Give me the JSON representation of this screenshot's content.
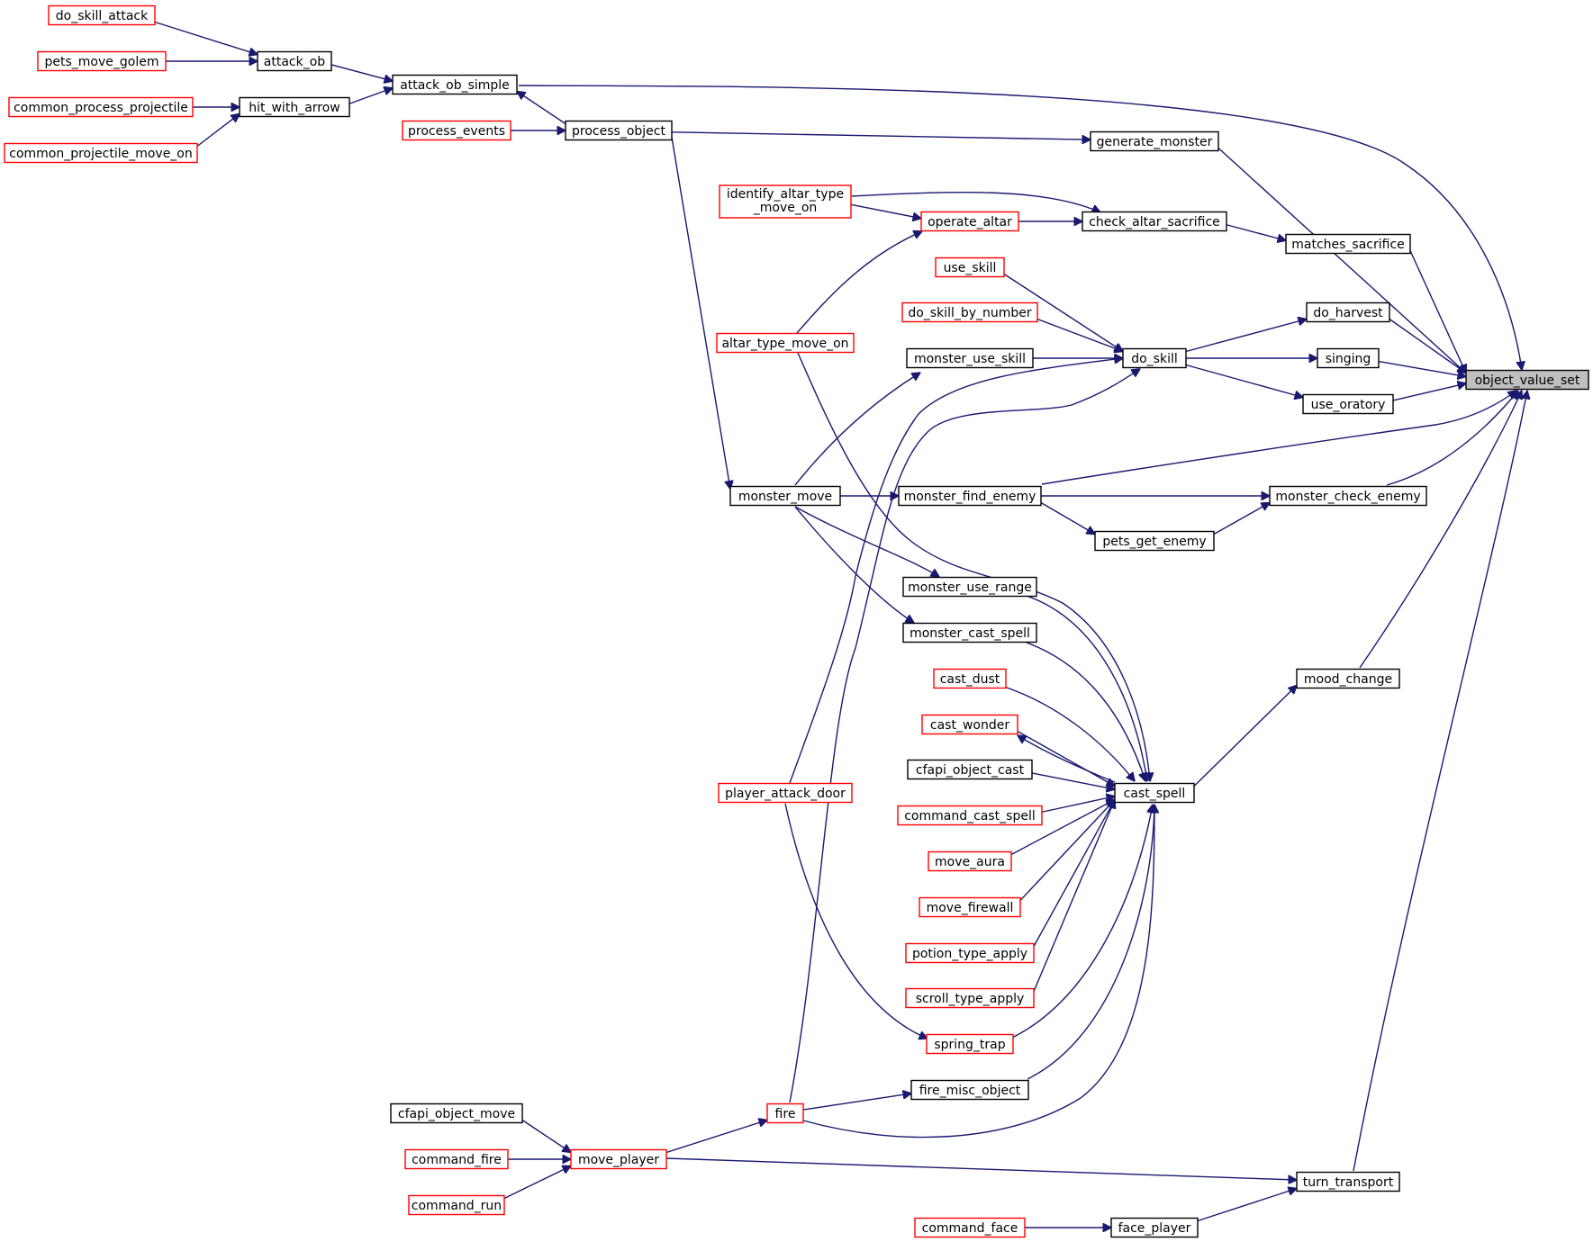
{
  "colors": {
    "edge": "#191970",
    "border_black": "#000000",
    "border_red": "#ff0000",
    "root_fill": "#bfbfbf",
    "node_fill": "#ffffff"
  },
  "nodes": [
    {
      "id": "object_value_set",
      "lines": [
        "object_value_set"
      ],
      "border": "black",
      "root": true
    },
    {
      "id": "attack_ob_simple",
      "lines": [
        "attack_ob_simple"
      ],
      "border": "black"
    },
    {
      "id": "attack_ob",
      "lines": [
        "attack_ob"
      ],
      "border": "black"
    },
    {
      "id": "do_skill_attack",
      "lines": [
        "do_skill_attack"
      ],
      "border": "red"
    },
    {
      "id": "pets_move_golem",
      "lines": [
        "pets_move_golem"
      ],
      "border": "red"
    },
    {
      "id": "hit_with_arrow",
      "lines": [
        "hit_with_arrow"
      ],
      "border": "black"
    },
    {
      "id": "common_process_projectile",
      "lines": [
        "common_process_projectile"
      ],
      "border": "red"
    },
    {
      "id": "common_projectile_move_on",
      "lines": [
        "common_projectile_move_on"
      ],
      "border": "red"
    },
    {
      "id": "process_object",
      "lines": [
        "process_object"
      ],
      "border": "black"
    },
    {
      "id": "process_events",
      "lines": [
        "process_events"
      ],
      "border": "red"
    },
    {
      "id": "monster_move",
      "lines": [
        "monster_move"
      ],
      "border": "black"
    },
    {
      "id": "generate_monster",
      "lines": [
        "generate_monster"
      ],
      "border": "black"
    },
    {
      "id": "identify_altar_type_move_on",
      "lines": [
        "identify_altar_type",
        "_move_on"
      ],
      "border": "red"
    },
    {
      "id": "check_altar_sacrifice",
      "lines": [
        "check_altar_sacrifice"
      ],
      "border": "black"
    },
    {
      "id": "operate_altar",
      "lines": [
        "operate_altar"
      ],
      "border": "red"
    },
    {
      "id": "altar_type_move_on",
      "lines": [
        "altar_type_move_on"
      ],
      "border": "red"
    },
    {
      "id": "matches_sacrifice",
      "lines": [
        "matches_sacrifice"
      ],
      "border": "black"
    },
    {
      "id": "use_skill",
      "lines": [
        "use_skill"
      ],
      "border": "red"
    },
    {
      "id": "do_skill_by_number",
      "lines": [
        "do_skill_by_number"
      ],
      "border": "red"
    },
    {
      "id": "monster_use_skill",
      "lines": [
        "monster_use_skill"
      ],
      "border": "black"
    },
    {
      "id": "do_skill",
      "lines": [
        "do_skill"
      ],
      "border": "black"
    },
    {
      "id": "do_harvest",
      "lines": [
        "do_harvest"
      ],
      "border": "black"
    },
    {
      "id": "singing",
      "lines": [
        "singing"
      ],
      "border": "black"
    },
    {
      "id": "use_oratory",
      "lines": [
        "use_oratory"
      ],
      "border": "black"
    },
    {
      "id": "monster_find_enemy",
      "lines": [
        "monster_find_enemy"
      ],
      "border": "black"
    },
    {
      "id": "monster_check_enemy",
      "lines": [
        "monster_check_enemy"
      ],
      "border": "black"
    },
    {
      "id": "pets_get_enemy",
      "lines": [
        "pets_get_enemy"
      ],
      "border": "black"
    },
    {
      "id": "monster_use_range",
      "lines": [
        "monster_use_range"
      ],
      "border": "black"
    },
    {
      "id": "monster_cast_spell",
      "lines": [
        "monster_cast_spell"
      ],
      "border": "black"
    },
    {
      "id": "cast_dust",
      "lines": [
        "cast_dust"
      ],
      "border": "red"
    },
    {
      "id": "cast_wonder",
      "lines": [
        "cast_wonder"
      ],
      "border": "red"
    },
    {
      "id": "cfapi_object_cast",
      "lines": [
        "cfapi_object_cast"
      ],
      "border": "black"
    },
    {
      "id": "command_cast_spell",
      "lines": [
        "command_cast_spell"
      ],
      "border": "red"
    },
    {
      "id": "move_aura",
      "lines": [
        "move_aura"
      ],
      "border": "red"
    },
    {
      "id": "move_firewall",
      "lines": [
        "move_firewall"
      ],
      "border": "red"
    },
    {
      "id": "potion_type_apply",
      "lines": [
        "potion_type_apply"
      ],
      "border": "red"
    },
    {
      "id": "scroll_type_apply",
      "lines": [
        "scroll_type_apply"
      ],
      "border": "red"
    },
    {
      "id": "spring_trap",
      "lines": [
        "spring_trap"
      ],
      "border": "red"
    },
    {
      "id": "fire_misc_object",
      "lines": [
        "fire_misc_object"
      ],
      "border": "black"
    },
    {
      "id": "fire",
      "lines": [
        "fire"
      ],
      "border": "red"
    },
    {
      "id": "cast_spell",
      "lines": [
        "cast_spell"
      ],
      "border": "black"
    },
    {
      "id": "mood_change",
      "lines": [
        "mood_change"
      ],
      "border": "black"
    },
    {
      "id": "player_attack_door",
      "lines": [
        "player_attack_door"
      ],
      "border": "red"
    },
    {
      "id": "cfapi_object_move",
      "lines": [
        "cfapi_object_move"
      ],
      "border": "black"
    },
    {
      "id": "command_fire",
      "lines": [
        "command_fire"
      ],
      "border": "red"
    },
    {
      "id": "command_run",
      "lines": [
        "command_run"
      ],
      "border": "red"
    },
    {
      "id": "move_player",
      "lines": [
        "move_player"
      ],
      "border": "red"
    },
    {
      "id": "turn_transport",
      "lines": [
        "turn_transport"
      ],
      "border": "black"
    },
    {
      "id": "command_face",
      "lines": [
        "command_face"
      ],
      "border": "red"
    },
    {
      "id": "face_player",
      "lines": [
        "face_player"
      ],
      "border": "black"
    }
  ],
  "edges": [
    [
      "attack_ob_simple",
      "object_value_set"
    ],
    [
      "attack_ob",
      "attack_ob_simple"
    ],
    [
      "do_skill_attack",
      "attack_ob"
    ],
    [
      "pets_move_golem",
      "attack_ob"
    ],
    [
      "hit_with_arrow",
      "attack_ob_simple"
    ],
    [
      "common_process_projectile",
      "hit_with_arrow"
    ],
    [
      "common_projectile_move_on",
      "hit_with_arrow"
    ],
    [
      "process_object",
      "attack_ob_simple"
    ],
    [
      "process_events",
      "process_object"
    ],
    [
      "process_object",
      "generate_monster"
    ],
    [
      "process_object",
      "monster_move"
    ],
    [
      "generate_monster",
      "object_value_set"
    ],
    [
      "identify_altar_type_move_on",
      "check_altar_sacrifice"
    ],
    [
      "identify_altar_type_move_on",
      "operate_altar"
    ],
    [
      "operate_altar",
      "check_altar_sacrifice"
    ],
    [
      "altar_type_move_on",
      "operate_altar"
    ],
    [
      "check_altar_sacrifice",
      "matches_sacrifice"
    ],
    [
      "matches_sacrifice",
      "object_value_set"
    ],
    [
      "use_skill",
      "do_skill"
    ],
    [
      "do_skill_by_number",
      "do_skill"
    ],
    [
      "monster_use_skill",
      "do_skill"
    ],
    [
      "do_skill",
      "do_harvest"
    ],
    [
      "do_skill",
      "singing"
    ],
    [
      "do_skill",
      "use_oratory"
    ],
    [
      "do_harvest",
      "object_value_set"
    ],
    [
      "singing",
      "object_value_set"
    ],
    [
      "use_oratory",
      "object_value_set"
    ],
    [
      "monster_find_enemy",
      "object_value_set"
    ],
    [
      "monster_check_enemy",
      "object_value_set"
    ],
    [
      "monster_find_enemy",
      "monster_check_enemy"
    ],
    [
      "monster_find_enemy",
      "pets_get_enemy"
    ],
    [
      "pets_get_enemy",
      "monster_check_enemy"
    ],
    [
      "monster_move",
      "monster_find_enemy"
    ],
    [
      "monster_move",
      "monster_use_skill"
    ],
    [
      "monster_move",
      "monster_use_range"
    ],
    [
      "monster_move",
      "monster_cast_spell"
    ],
    [
      "mood_change",
      "object_value_set"
    ],
    [
      "cast_spell",
      "mood_change"
    ],
    [
      "cast_spell",
      "cast_wonder"
    ],
    [
      "altar_type_move_on",
      "cast_spell"
    ],
    [
      "monster_use_range",
      "cast_spell"
    ],
    [
      "monster_cast_spell",
      "cast_spell"
    ],
    [
      "cast_dust",
      "cast_spell"
    ],
    [
      "cast_wonder",
      "cast_spell"
    ],
    [
      "cfapi_object_cast",
      "cast_spell"
    ],
    [
      "command_cast_spell",
      "cast_spell"
    ],
    [
      "move_aura",
      "cast_spell"
    ],
    [
      "move_firewall",
      "cast_spell"
    ],
    [
      "potion_type_apply",
      "cast_spell"
    ],
    [
      "scroll_type_apply",
      "cast_spell"
    ],
    [
      "spring_trap",
      "cast_spell"
    ],
    [
      "fire_misc_object",
      "cast_spell"
    ],
    [
      "fire",
      "cast_spell"
    ],
    [
      "fire",
      "fire_misc_object"
    ],
    [
      "fire",
      "do_skill"
    ],
    [
      "player_attack_door",
      "do_skill"
    ],
    [
      "player_attack_door",
      "spring_trap"
    ],
    [
      "move_player",
      "fire"
    ],
    [
      "move_player",
      "turn_transport"
    ],
    [
      "cfapi_object_move",
      "move_player"
    ],
    [
      "command_fire",
      "move_player"
    ],
    [
      "command_run",
      "move_player"
    ],
    [
      "turn_transport",
      "object_value_set"
    ],
    [
      "face_player",
      "turn_transport"
    ],
    [
      "command_face",
      "face_player"
    ]
  ]
}
